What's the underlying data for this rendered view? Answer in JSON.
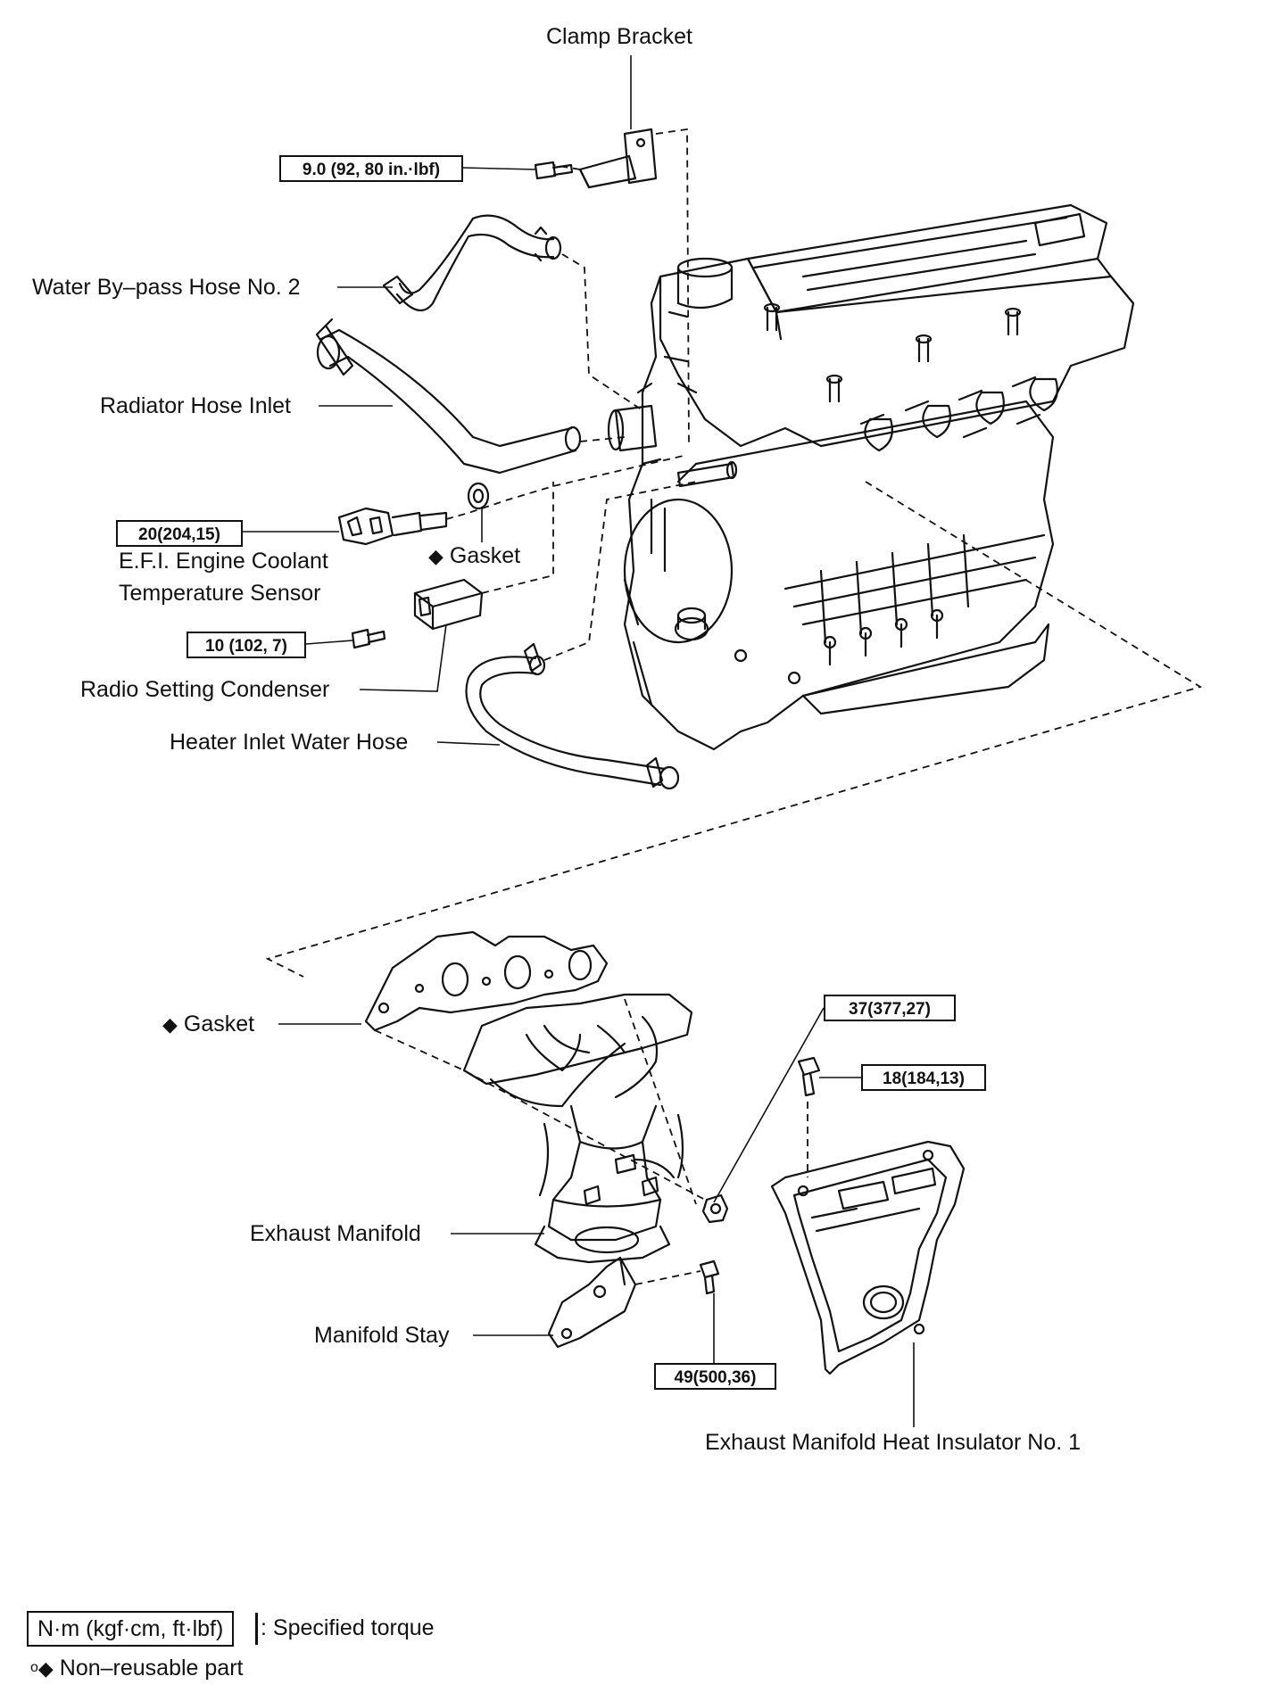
{
  "labels": {
    "clamp_bracket": "Clamp Bracket",
    "water_bypass_hose": "Water By–pass Hose No. 2",
    "radiator_hose_inlet": "Radiator Hose Inlet",
    "efi_sensor_line1": "E.F.I. Engine Coolant",
    "efi_sensor_line2": "Temperature Sensor",
    "gasket_upper": "Gasket",
    "radio_setting_condenser": "Radio Setting Condenser",
    "heater_inlet_water_hose": "Heater Inlet Water Hose",
    "gasket_lower": "Gasket",
    "exhaust_manifold": "Exhaust Manifold",
    "manifold_stay": "Manifold Stay",
    "heat_insulator": "Exhaust Manifold Heat Insulator No. 1"
  },
  "torque_specs": {
    "clamp_bracket_bolt": "9.0 (92, 80 in.·lbf)",
    "coolant_sensor": "20(204,15)",
    "condenser_bolt": "10 (102, 7)",
    "manifold_nut": "37(377,27)",
    "insulator_bolt": "18(184,13)",
    "stay_bolt": "49(500,36)"
  },
  "legend": {
    "torque_unit": "N·m (kgf·cm, ft·lbf)",
    "torque_desc": ": Specified torque",
    "nonreusable_symbol": "◆",
    "nonreusable_desc": "Non–reusable part"
  },
  "symbols": {
    "nonreusable_marker": "◆"
  }
}
